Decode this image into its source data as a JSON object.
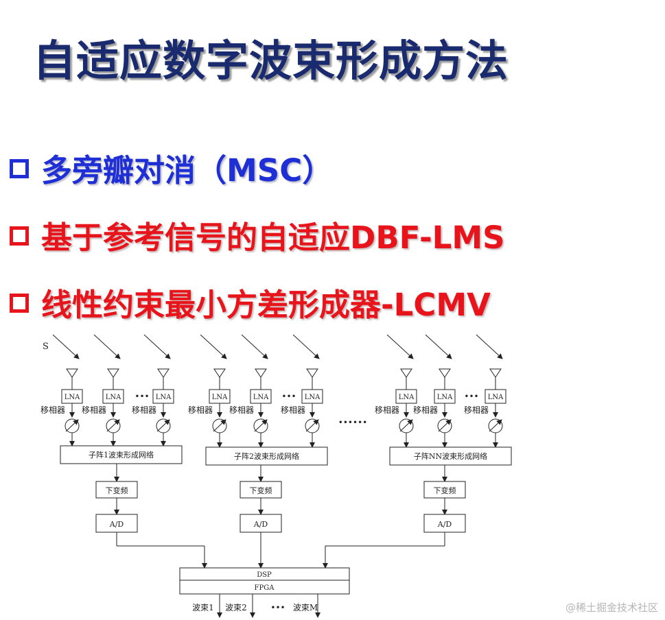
{
  "slide": {
    "title": "自适应数字波束形成方法",
    "bullets": [
      "多旁瓣对消（MSC）",
      "基于参考信号的自适应DBF-LMS",
      "线性约束最小方差形成器-LCMV"
    ]
  },
  "diagram": {
    "signal_label": "S",
    "lna_label": "LNA",
    "phase_shifter_label": "移相器",
    "subarray_labels": [
      "子阵1波束形成网络",
      "子阵2波束形成网络",
      "子阵NN波束形成网络"
    ],
    "downconverter_label": "下变频",
    "adc_label": "A/D",
    "dsp_label": "DSP",
    "fpga_label": "FPGA",
    "output_labels": [
      "波束1",
      "波束2",
      "波束M"
    ],
    "ellipsis": "•••",
    "big_ellipsis": "••••••"
  },
  "watermark": "@稀土掘金技术社区",
  "colors": {
    "title": "#1a2a6e",
    "bullet_blue": "#1e2fd6",
    "bullet_red": "#e8141b"
  }
}
